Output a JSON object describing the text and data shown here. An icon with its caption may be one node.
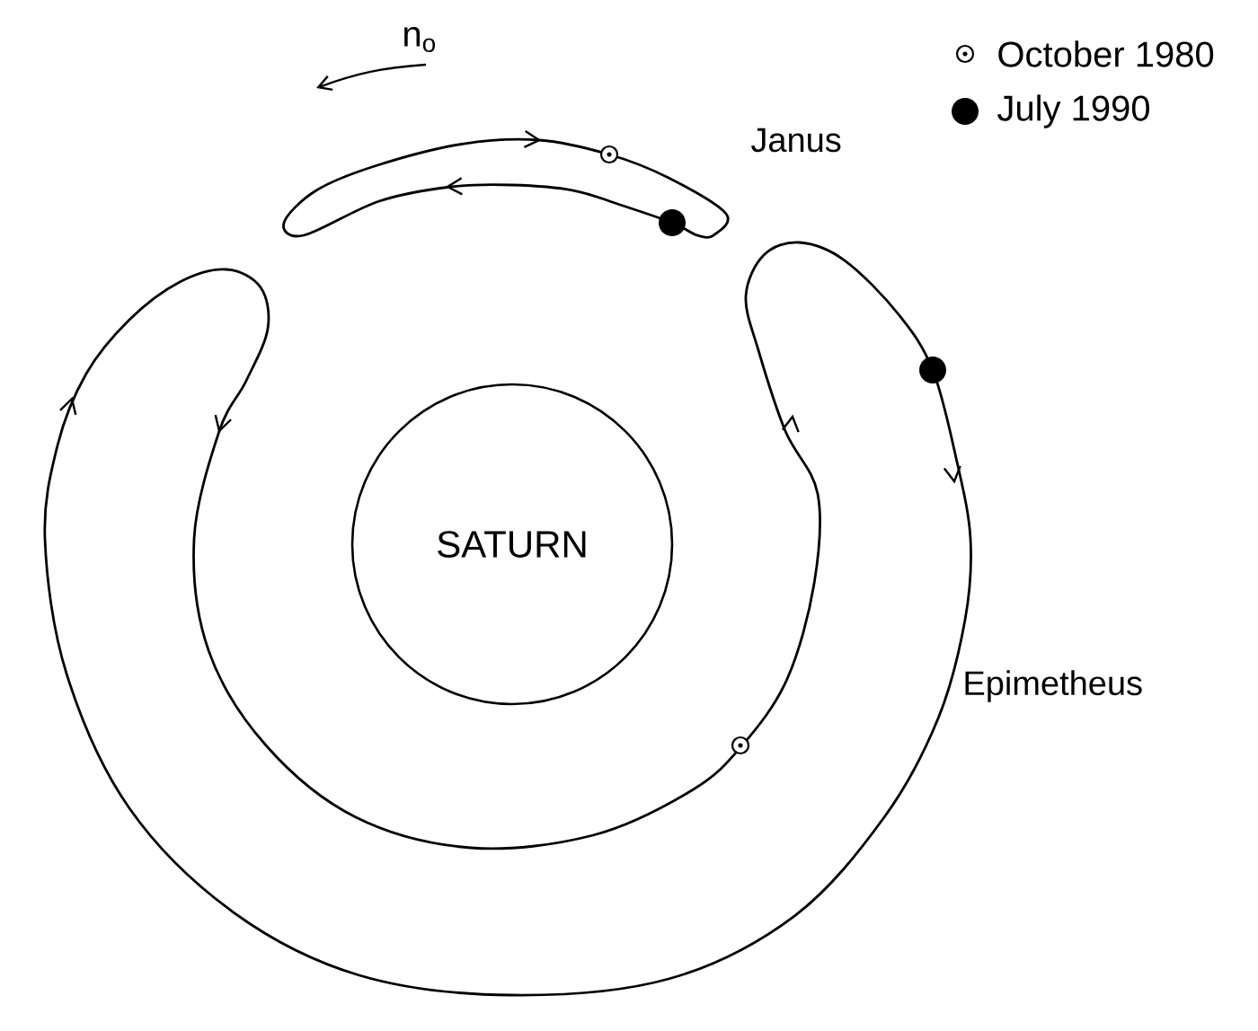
{
  "diagram": {
    "nodes": [
      {
        "text": [
          "SATURN"
        ]
      }
    ],
    "edges": [],
    "labels": [
      "n$_{o}$",
      "Janus",
      "Epimetheus"
    ],
    "legend": [
      {
        "text": "October 1980"
      },
      {
        "text": "July 1990"
      }
    ]
  }
}
